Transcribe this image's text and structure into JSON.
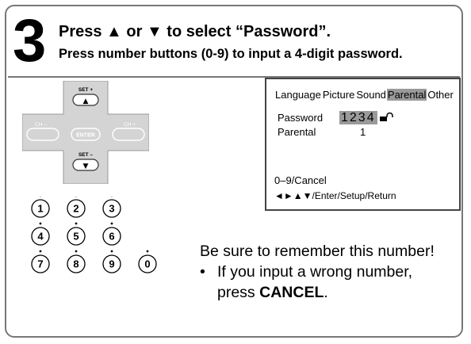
{
  "step": {
    "number": "3",
    "heading": "Press ▲ or ▼ to select “Password”.",
    "subheading": "Press number buttons (0-9) to input a 4-digit password."
  },
  "remote": {
    "set_plus": "SET +",
    "set_minus": "SET –",
    "ch_minus": "CH –",
    "ch_plus": "CH +",
    "enter": "ENTER",
    "up_glyph": "▲",
    "down_glyph": "▼"
  },
  "numpad": {
    "keys": [
      "1",
      "2",
      "3",
      "4",
      "5",
      "6",
      "7",
      "8",
      "9",
      "0"
    ]
  },
  "screen": {
    "menu": [
      "Language",
      "Picture",
      "Sound",
      "Parental",
      "Other"
    ],
    "selected_menu": "Parental",
    "password_label": "Password",
    "password_value": "1234",
    "parental_label": "Parental",
    "parental_value": "1",
    "cancel_hint": "0–9/Cancel",
    "nav_hint": "◄►▲▼/Enter/Setup/Return",
    "lock_icon": "lock-open-icon"
  },
  "note": {
    "line1": "Be sure to remember this number!",
    "bullet": "•",
    "line2": "If you input a wrong number,",
    "line3_prefix": "press ",
    "line3_bold": "CANCEL",
    "line3_suffix": "."
  },
  "colors": {
    "border": "#777777",
    "highlight": "#9a9a9a"
  }
}
